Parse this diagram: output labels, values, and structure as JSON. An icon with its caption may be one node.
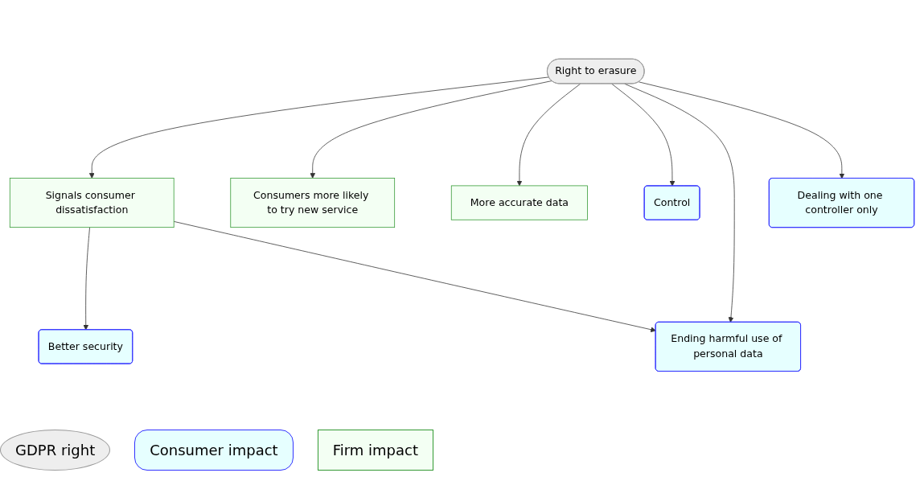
{
  "diagram": {
    "nodes": [
      {
        "text": [
          "Right to erasure"
        ]
      },
      {
        "text": [
          "Signals consumer dissatisfaction"
        ]
      },
      {
        "text": [
          "Consumers more likely to try new service"
        ]
      },
      {
        "text": [
          "More accurate data"
        ]
      },
      {
        "text": [
          "Control"
        ]
      },
      {
        "text": [
          "Dealing with one controller only"
        ]
      },
      {
        "text": [
          "Better security"
        ]
      },
      {
        "text": [
          "Ending harmful use of personal data"
        ]
      }
    ],
    "edges": [
      {
        "from": 0,
        "to": 1,
        "arrow": "to"
      },
      {
        "from": 0,
        "to": 2,
        "arrow": "to"
      },
      {
        "from": 0,
        "to": 3,
        "arrow": "to"
      },
      {
        "from": 0,
        "to": 4,
        "arrow": "to"
      },
      {
        "from": 0,
        "to": 7,
        "arrow": "to"
      },
      {
        "from": 0,
        "to": 5,
        "arrow": "to"
      },
      {
        "from": 1,
        "to": 6,
        "arrow": "to"
      },
      {
        "from": 1,
        "to": 7,
        "arrow": "to"
      }
    ],
    "legend": [
      {
        "text": "GDPR right",
        "color": "#eeeeee"
      },
      {
        "text": "Consumer impact",
        "color": "#e6ffff"
      },
      {
        "text": "Firm impact",
        "color": "#f3fff3"
      }
    ]
  }
}
